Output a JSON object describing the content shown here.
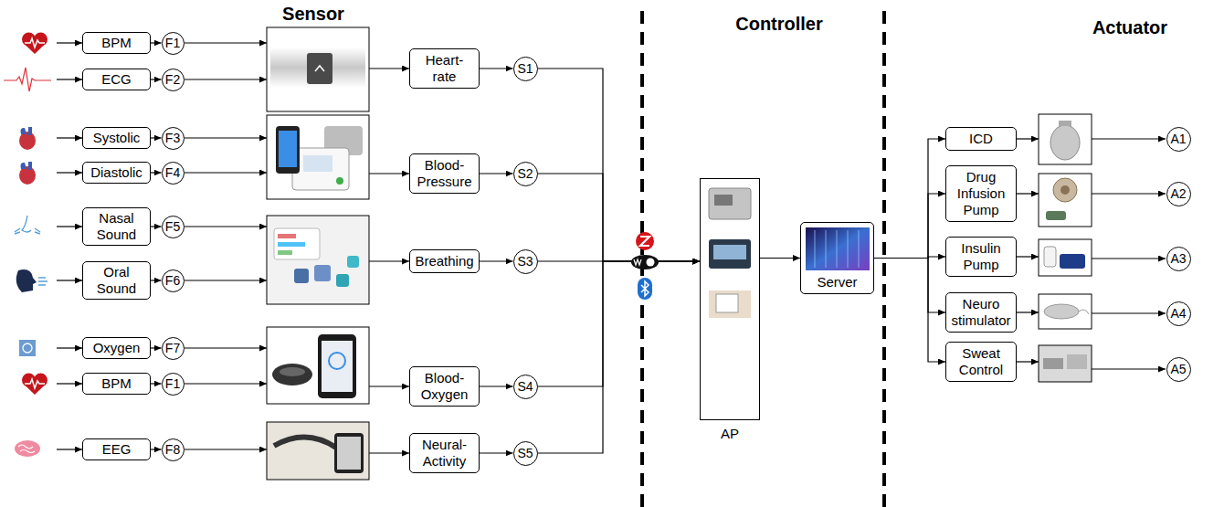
{
  "diagram": {
    "nodes": [
      {
        "text": [
          "BPM"
        ]
      },
      {
        "text": [
          "F1"
        ]
      },
      {
        "text": [
          "ECG"
        ]
      },
      {
        "text": [
          "F2"
        ]
      },
      {
        "text": [
          "Systolic"
        ]
      },
      {
        "text": [
          "F3"
        ]
      },
      {
        "text": [
          "Diastolic"
        ]
      },
      {
        "text": [
          "F4"
        ]
      },
      {
        "text": [
          "Nasal Sound"
        ]
      },
      {
        "text": [
          "F5"
        ]
      },
      {
        "text": [
          "Oral Sound"
        ]
      },
      {
        "text": [
          "F6"
        ]
      },
      {
        "text": [
          "Oxygen"
        ]
      },
      {
        "text": [
          "F7"
        ]
      },
      {
        "text": [
          "BPM"
        ]
      },
      {
        "text": [
          "F1"
        ]
      },
      {
        "text": [
          "EEG"
        ]
      },
      {
        "text": [
          "F8"
        ]
      },
      {
        "text": [
          "Heart-rate"
        ]
      },
      {
        "text": [
          "S1"
        ]
      },
      {
        "text": [
          "Blood- Pressure"
        ]
      },
      {
        "text": [
          "S2"
        ]
      },
      {
        "text": [
          "Breathing"
        ]
      },
      {
        "text": [
          "S3"
        ]
      },
      {
        "text": [
          "Blood- Oxygen"
        ]
      },
      {
        "text": [
          "S4"
        ]
      },
      {
        "text": [
          "Neural- Activity"
        ]
      },
      {
        "text": [
          "S5"
        ]
      },
      {
        "text": [
          "AP"
        ]
      },
      {
        "text": [
          "Server"
        ]
      },
      {
        "text": [
          "ICD"
        ]
      },
      {
        "text": [
          "A1"
        ]
      },
      {
        "text": [
          "Drug Infusion Pump"
        ]
      },
      {
        "text": [
          "A2"
        ]
      },
      {
        "text": [
          "Insulin Pump"
        ]
      },
      {
        "text": [
          "A3"
        ]
      },
      {
        "text": [
          "Neuro stimulator"
        ]
      },
      {
        "text": [
          "A4"
        ]
      },
      {
        "text": [
          "Sweat Control"
        ]
      },
      {
        "text": [
          "A5"
        ]
      }
    ],
    "edges": [
      {
        "from": 0,
        "to": 1,
        "arrow": "to"
      },
      {
        "from": 2,
        "to": 3,
        "arrow": "to"
      },
      {
        "from": 4,
        "to": 5,
        "arrow": "to"
      },
      {
        "from": 6,
        "to": 7,
        "arrow": "to"
      },
      {
        "from": 8,
        "to": 9,
        "arrow": "to"
      },
      {
        "from": 10,
        "to": 11,
        "arrow": "to"
      },
      {
        "from": 12,
        "to": 13,
        "arrow": "to"
      },
      {
        "from": 14,
        "to": 15,
        "arrow": "to"
      },
      {
        "from": 16,
        "to": 17,
        "arrow": "to"
      },
      {
        "from": 18,
        "to": 19,
        "arrow": "to"
      },
      {
        "from": 20,
        "to": 21,
        "arrow": "to"
      },
      {
        "from": 22,
        "to": 23,
        "arrow": "to"
      },
      {
        "from": 24,
        "to": 25,
        "arrow": "to"
      },
      {
        "from": 26,
        "to": 27,
        "arrow": "to"
      },
      {
        "from": 19,
        "to": 28,
        "arrow": "to"
      },
      {
        "from": 21,
        "to": 28,
        "arrow": "to"
      },
      {
        "from": 23,
        "to": 28,
        "arrow": "to"
      },
      {
        "from": 25,
        "to": 28,
        "arrow": "to"
      },
      {
        "from": 27,
        "to": 28,
        "arrow": "to"
      },
      {
        "from": 28,
        "to": 29,
        "arrow": "to"
      },
      {
        "from": 29,
        "to": 30,
        "arrow": "to"
      },
      {
        "from": 29,
        "to": 32,
        "arrow": "to"
      },
      {
        "from": 29,
        "to": 34,
        "arrow": "to"
      },
      {
        "from": 29,
        "to": 36,
        "arrow": "to"
      },
      {
        "from": 29,
        "to": 38,
        "arrow": "to"
      }
    ],
    "labels": [
      "Sensor",
      "Controller",
      "Actuator"
    ]
  }
}
